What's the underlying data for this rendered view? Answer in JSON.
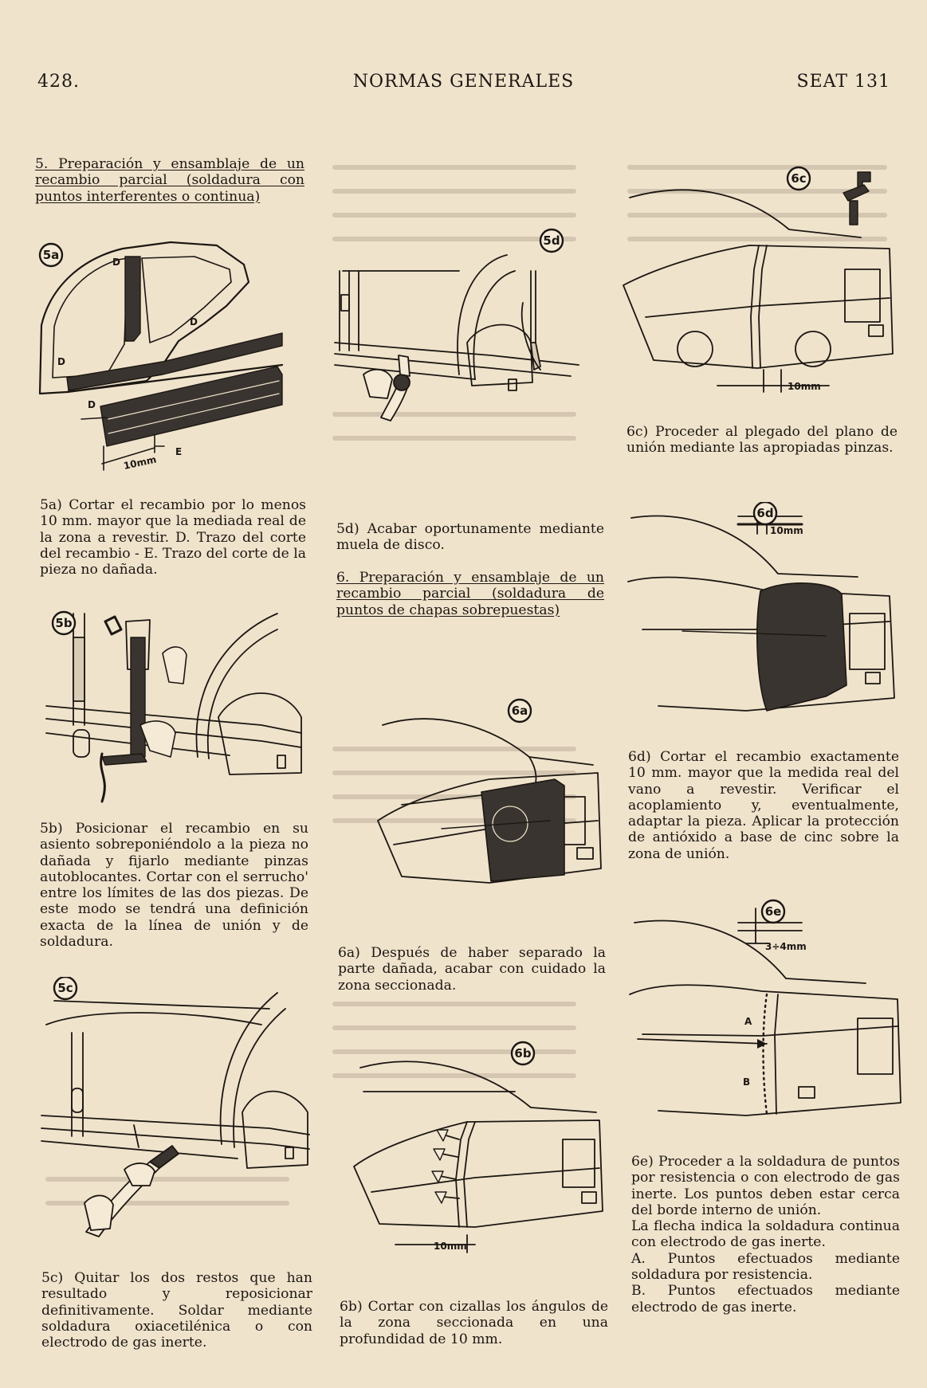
{
  "header": {
    "page_number": "428.",
    "title": "NORMAS GENERALES",
    "model": "SEAT 131"
  },
  "section5": {
    "heading": "5. Preparación y ensamblaje de un recambio parcial (soldadura con puntos interferentes o continua)"
  },
  "section6": {
    "heading": "6. Preparación y ensamblaje de un recambio parcial (soldadura de puntos de chapas sobrepuestas)"
  },
  "figures": {
    "f5a": {
      "badge": "5a",
      "labels": [
        "D",
        "D",
        "D",
        "D",
        "E"
      ],
      "dimension": "10mm"
    },
    "f5b": {
      "badge": "5b"
    },
    "f5c": {
      "badge": "5c"
    },
    "f5d": {
      "badge": "5d"
    },
    "f6a": {
      "badge": "6a"
    },
    "f6b": {
      "badge": "6b",
      "dimension": "10mm"
    },
    "f6c": {
      "badge": "6c",
      "dimension": "10mm"
    },
    "f6d": {
      "badge": "6d",
      "dimension": "10mm"
    },
    "f6e": {
      "badge": "6e",
      "dimension": "3÷4mm",
      "labels": [
        "A",
        "B"
      ]
    }
  },
  "captions": {
    "c5a": "5a) Cortar el recambio por lo menos 10 mm. mayor que la mediada real de la zona a revestir. D. Trazo del corte del recambio - E. Trazo del corte de la pieza no dañada.",
    "c5b": "5b) Posicionar el recambio en su asiento sobreponiéndolo a la pieza no dañada y fijarlo mediante pinzas autoblocantes. Cortar con el serrucho' entre los límites de las dos piezas. De este modo se tendrá una definición exacta de la línea de unión y de soldadura.",
    "c5c": "5c) Quitar los dos restos que han resultado y reposicionar definitivamente. Soldar mediante soldadura oxiacetilénica o con electrodo de gas inerte.",
    "c5d": "5d) Acabar oportunamente mediante muela de disco.",
    "c6a": "6a) Después de haber separado la parte dañada, acabar con cuidado la zona seccionada.",
    "c6b": "6b) Cortar con cizallas los ángulos de la zona seccionada en una profundidad de 10 mm.",
    "c6c": "6c) Proceder al plegado del plano de unión mediante las apropiadas pinzas.",
    "c6d": "6d) Cortar el recambio exactamente 10 mm. mayor que la medida real del vano a revestir. Verificar el acoplamiento y, eventualmente, adaptar la pieza. Aplicar la protección de antióxido a base de cinc sobre la zona de unión.",
    "c6e_1": "6e) Proceder a la soldadura de puntos por resistencia o con electrodo de gas inerte. Los puntos deben estar cerca del borde interno de unión.",
    "c6e_2": "La flecha indica la soldadura continua con electrodo de gas inerte.",
    "c6e_3": "A. Puntos efectuados mediante soldadura por resistencia.",
    "c6e_4": "B. Puntos efectuados mediante electrodo de gas inerte."
  },
  "colors": {
    "paper": "#f0e3cc",
    "ink": "#1c1712",
    "shade": "#3a3430"
  }
}
